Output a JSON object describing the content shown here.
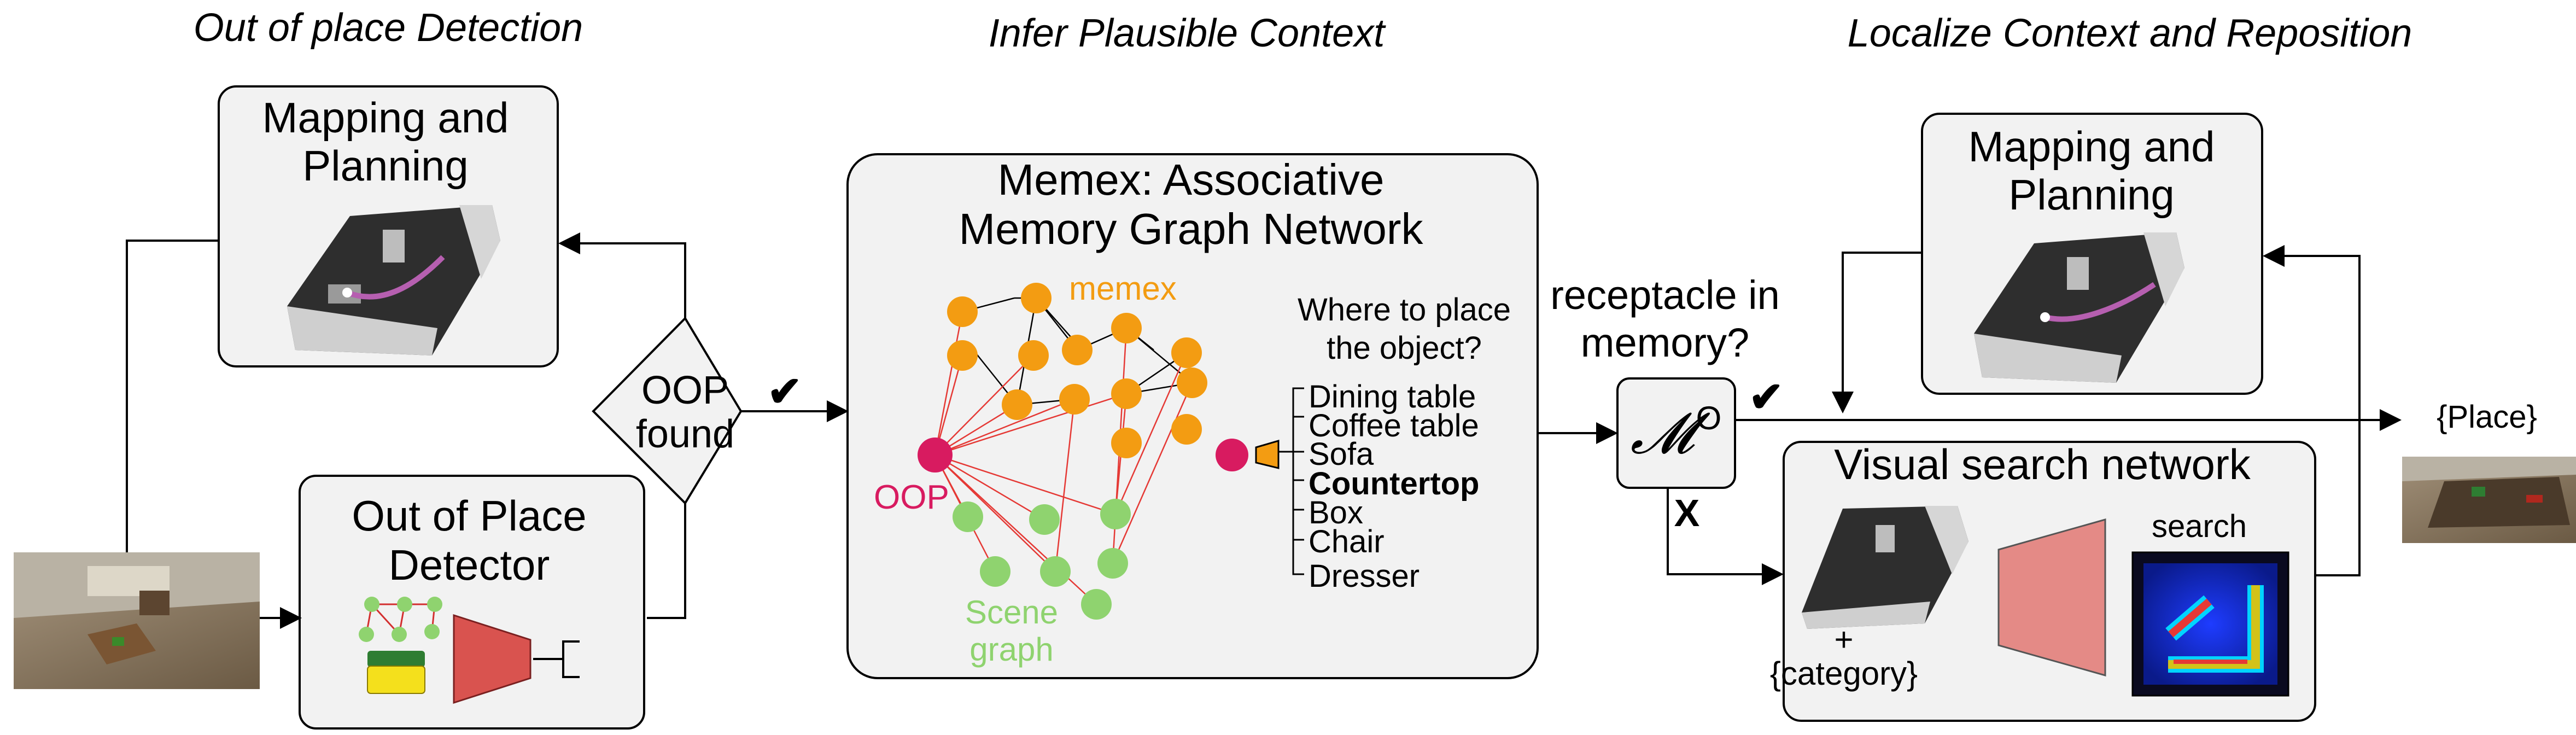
{
  "stages": {
    "detection": "Out of place Detection",
    "infer": "Infer Plausible Context",
    "localize": "Localize Context and Reposition"
  },
  "mapping_left": {
    "line1": "Mapping and",
    "line2": "Planning"
  },
  "oop_detector": {
    "line1": "Out of Place",
    "line2": "Detector"
  },
  "oop_found": {
    "line1": "OOP",
    "line2": "found",
    "check": "✔"
  },
  "memex": {
    "title_line1": "Memex: Associative",
    "title_line2": "Memory Graph Network",
    "memex_label": "memex",
    "oop_label": "OOP",
    "scene_line1": "Scene",
    "scene_line2": "graph",
    "question_line1": "Where to place",
    "question_line2": "the object?",
    "options": [
      "Dining table",
      "Coffee table",
      "Sofa",
      "Countertop",
      "Box",
      "Chair",
      "Dresser"
    ],
    "selected": "Countertop"
  },
  "receptacle": {
    "line1": "receptacle in",
    "line2": "memory?"
  },
  "memory_node": {
    "symbol": "𝓜",
    "superscript": "O",
    "yes": "✔",
    "no": "X"
  },
  "mapping_right": {
    "line1": "Mapping and",
    "line2": "Planning"
  },
  "visual_search": {
    "title": "Visual search network",
    "plus": "+",
    "category": "{category}",
    "search": "search"
  },
  "output": {
    "place": "{Place}"
  },
  "colors": {
    "memex": "#f39c12",
    "oop": "#d81b60",
    "scene": "#8fd36f",
    "box_bg": "#f2f2f2",
    "network": "#e07b7b"
  }
}
